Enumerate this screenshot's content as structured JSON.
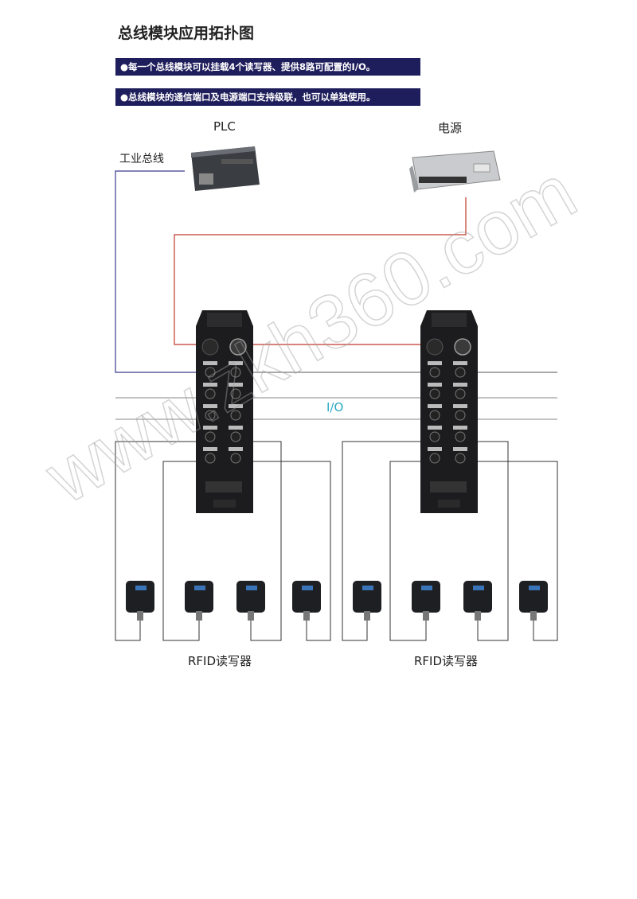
{
  "title": "总线模块应用拓扑图",
  "banners": [
    "●每一个总线模块可以挂载4个读写器、提供8路可配置的I/O。",
    "●总线模块的通信端口及电源端口支持级联，也可以单独使用。"
  ],
  "labels": {
    "plc": "PLC",
    "power": "电源",
    "fieldbus": "工业总线",
    "io": "I/O",
    "rfid_left": "RFID读写器",
    "rfid_right": "RFID读写器"
  },
  "watermark": "www.zkh360.com",
  "colors": {
    "banner": "#1f1e5c",
    "power_line": "#c0392b",
    "bus_line": "#3b3b8c",
    "io_label": "#2aa8c4"
  }
}
